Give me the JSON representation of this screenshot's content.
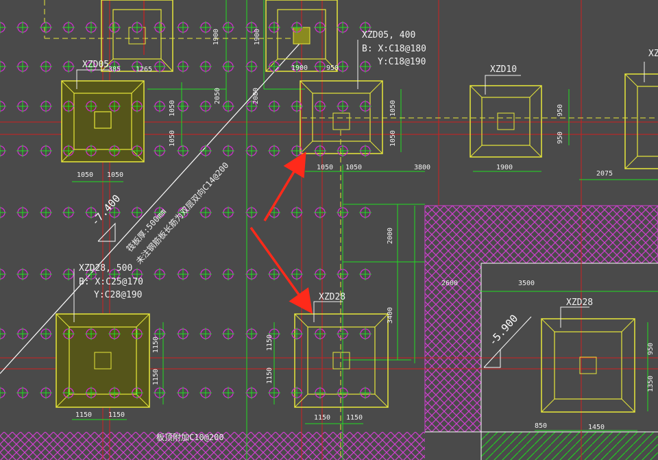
{
  "colors": {
    "background": "#4a4a4a",
    "footing": "#e8e83a",
    "footing_fill_dark": "#55551a",
    "dimension": "#22dd22",
    "axis": "#d02020",
    "pile": "#d030d0",
    "hatch": "#d040d0",
    "annotation_arrow": "#ff2a1a",
    "text": "#f2f2f2"
  },
  "labels": {
    "xzd05_left": "XZD05",
    "xzd05_detail_title": "XZD05, 400",
    "xzd05_detail_bx": "B: X:C18@180",
    "xzd05_detail_by": "Y:C18@190",
    "xzd10": "XZD10",
    "xzd_partial": "XZ",
    "xzd28_detail_title": "XZD28, 500",
    "xzd28_detail_bx": "B: X:C25@170",
    "xzd28_detail_by": "Y:C28@190",
    "xzd28_center": "XZD28",
    "xzd28_right": "XZD28",
    "elev_left": "-7.400",
    "elev_right": "-5.900",
    "note_raft_1": "筏板厚:500mm",
    "note_raft_2": "未注钢筋板长筋为双层双向C14@200",
    "note_bottom": "板顶附加C10@200"
  },
  "dimensions": {
    "d_top_385": "385",
    "d_top_1265": "1265",
    "d_top_1900a": "1900",
    "d_top_1900b": "1900",
    "d_top_1900c": "1900",
    "d_top_950": "950",
    "d_2050": "2050",
    "d_2080": "2080",
    "d_1050_v1": "1050",
    "d_1050_v2": "1050",
    "d_1050_h1": "1050",
    "d_1050_h2": "1050",
    "d_1050_v3": "1050",
    "d_1050_v4": "1050",
    "d_1050_h3": "1050",
    "d_1050_h4": "1050",
    "d_3800": "3800",
    "d_1900_xzd10": "1900",
    "d_950_a": "950",
    "d_950_b": "950",
    "d_2075": "2075",
    "d_2000": "2000",
    "d_2600": "2600",
    "d_3500": "3500",
    "d_3400": "3400",
    "d_1150_v1": "1150",
    "d_1150_v2": "1150",
    "d_1150_h1": "1150",
    "d_1150_h2": "1150",
    "d_1150_v3": "1150",
    "d_1150_v4": "1150",
    "d_1150_h3": "1150",
    "d_1150_h4": "1150",
    "d_950_c": "950",
    "d_1350": "1350",
    "d_850": "850",
    "d_1450": "1450"
  }
}
